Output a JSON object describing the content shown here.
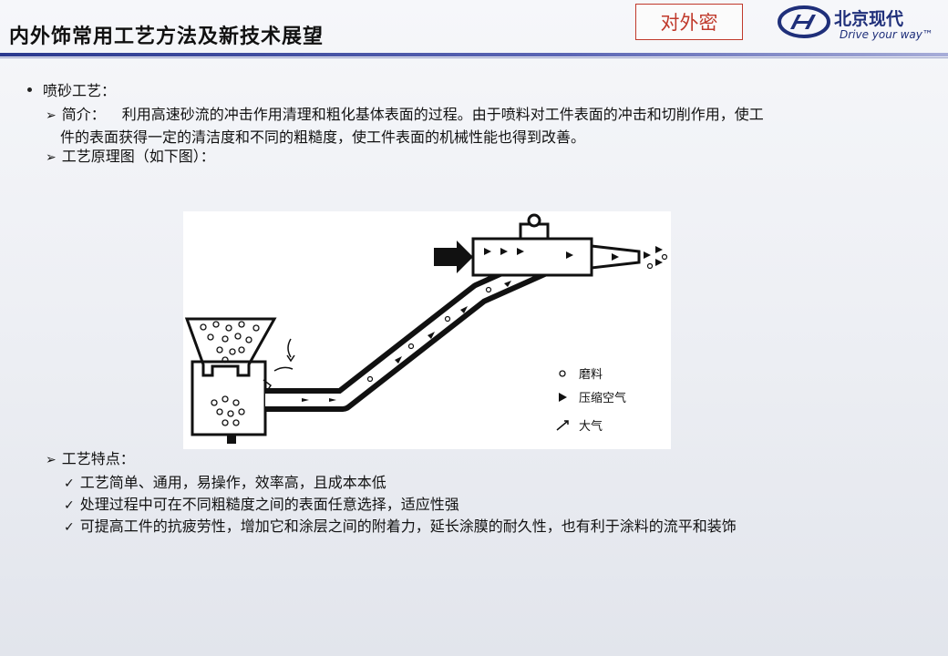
{
  "header": {
    "title": "内外饰常用工艺方法及新技术展望",
    "confidential_label": "对外密",
    "brand_name": "北京现代",
    "brand_tagline": "Drive your way™"
  },
  "content": {
    "section_title": "喷砂工艺：",
    "intro_label": "简介：",
    "intro_line1": "利用高速砂流的冲击作用清理和粗化基体表面的过程。由于喷料对工件表面的冲击和切削作用，使工",
    "intro_line2": "件的表面获得一定的清洁度和不同的粗糙度，使工件表面的机械性能也得到改善。",
    "principle_label": "工艺原理图（如下图）：",
    "features_label": "工艺特点：",
    "features": [
      "工艺简单、通用，易操作，效率高，且成本本低",
      "处理过程中可在不同粗糙度之间的表面任意选择，适应性强",
      "可提高工件的抗疲劳性，增加它和涂层之间的附着力，延长涂膜的耐久性，也有利于涂料的流平和装饰"
    ]
  },
  "diagram": {
    "legend_abrasive": "磨料",
    "legend_compressed_air": "压缩空气",
    "legend_atmosphere": "大气"
  }
}
